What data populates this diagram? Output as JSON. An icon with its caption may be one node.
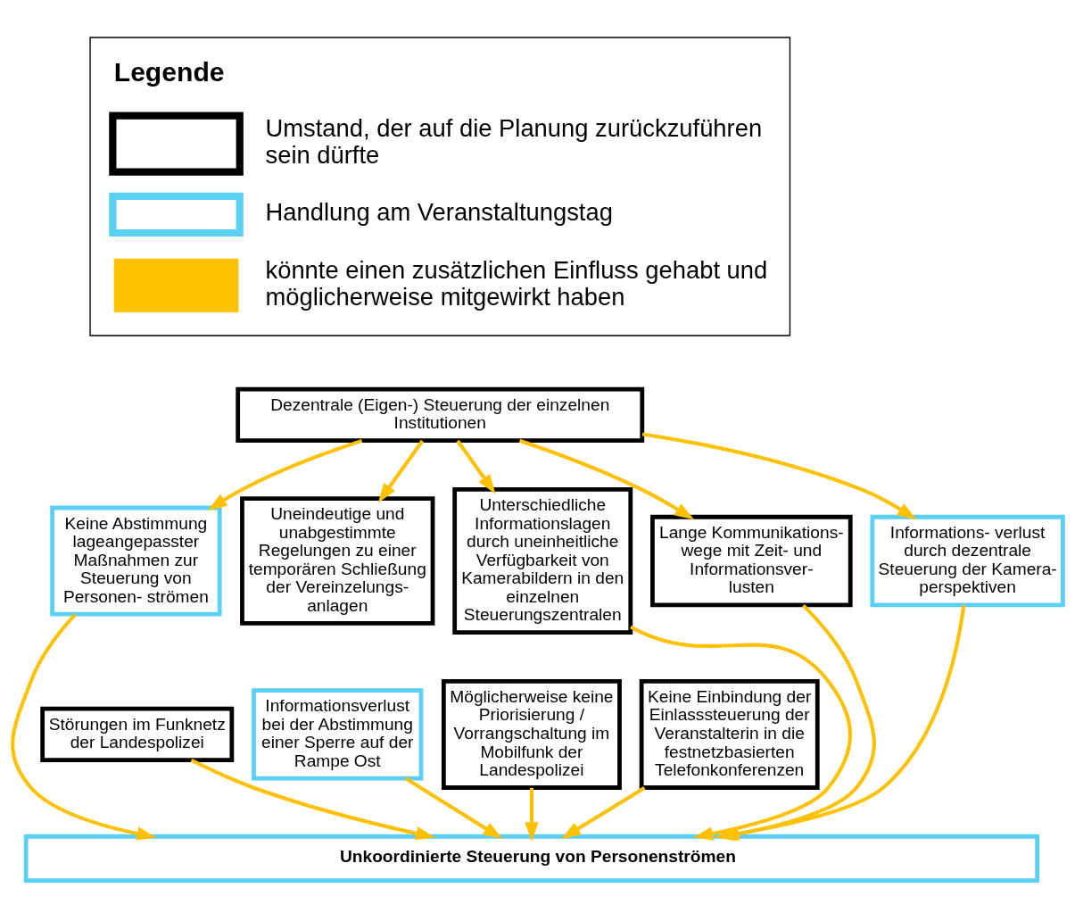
{
  "diagram": {
    "nodes": [
      {
        "text": [
          "Dezentrale (Eigen-) Steuerung der einzelnen Institutionen"
        ]
      },
      {
        "text": [
          "Keine Abstimmung lageangepasster Maßnahmen zur Steuerung von Personen- strömen"
        ]
      },
      {
        "text": [
          "Uneindeutige und unabgestimmte Regelungen zu einer temporären Schließung der Vereinzelungs- anlagen"
        ]
      },
      {
        "text": [
          "Unterschiedliche Informationslagen durch uneinheitliche Verfügbarkeit von Kamerabildern in den einzelnen Steuerungszentralen"
        ]
      },
      {
        "text": [
          "Lange Kommunikations- wege mit Zeit- und Informationsver- lusten"
        ]
      },
      {
        "text": [
          "Informations- verlust durch dezentrale Steuerung der Kamera- perspektiven"
        ]
      },
      {
        "text": [
          "Störungen im Funknetz der Landespolizei"
        ]
      },
      {
        "text": [
          "Informationsverlust bei der Abstimmung einer Sperre auf der Rampe Ost"
        ]
      },
      {
        "text": [
          "Möglicherweise keine Priorisierung / Vorrangschaltung im Mobilfunk der Landespolizei"
        ]
      },
      {
        "text": [
          "Keine Einbindung der Einlasssteuerung der Veranstalterin in die festnetzbasierten Telefonkonferenzen"
        ]
      },
      {
        "text": [
          "Unkoordinierte Steuerung von Personenströmen"
        ]
      }
    ],
    "edges": [
      {
        "from": 0,
        "to": 1,
        "arrow": "to"
      },
      {
        "from": 0,
        "to": 2,
        "arrow": "to"
      },
      {
        "from": 0,
        "to": 3,
        "arrow": "to"
      },
      {
        "from": 0,
        "to": 4,
        "arrow": "to"
      },
      {
        "from": 0,
        "to": 5,
        "arrow": "to"
      },
      {
        "from": 1,
        "to": 10,
        "arrow": "to"
      },
      {
        "from": 3,
        "to": 10,
        "arrow": "to"
      },
      {
        "from": 4,
        "to": 10,
        "arrow": "to"
      },
      {
        "from": 5,
        "to": 10,
        "arrow": "to"
      },
      {
        "from": 6,
        "to": 10,
        "arrow": "to"
      },
      {
        "from": 7,
        "to": 10,
        "arrow": "to"
      },
      {
        "from": 8,
        "to": 10,
        "arrow": "to"
      },
      {
        "from": 9,
        "to": 10,
        "arrow": "to"
      }
    ],
    "labels": [
      "Legende"
    ],
    "legend": [
      {
        "text": "Umstand, der auf die Planung zurückzuführen sein dürfte"
      },
      {
        "text": "Handlung am Veranstaltungstag"
      },
      {
        "text": "könnte einen zusätzlichen Einfluss gehabt und möglicherweise mitgewirkt haben"
      }
    ]
  }
}
